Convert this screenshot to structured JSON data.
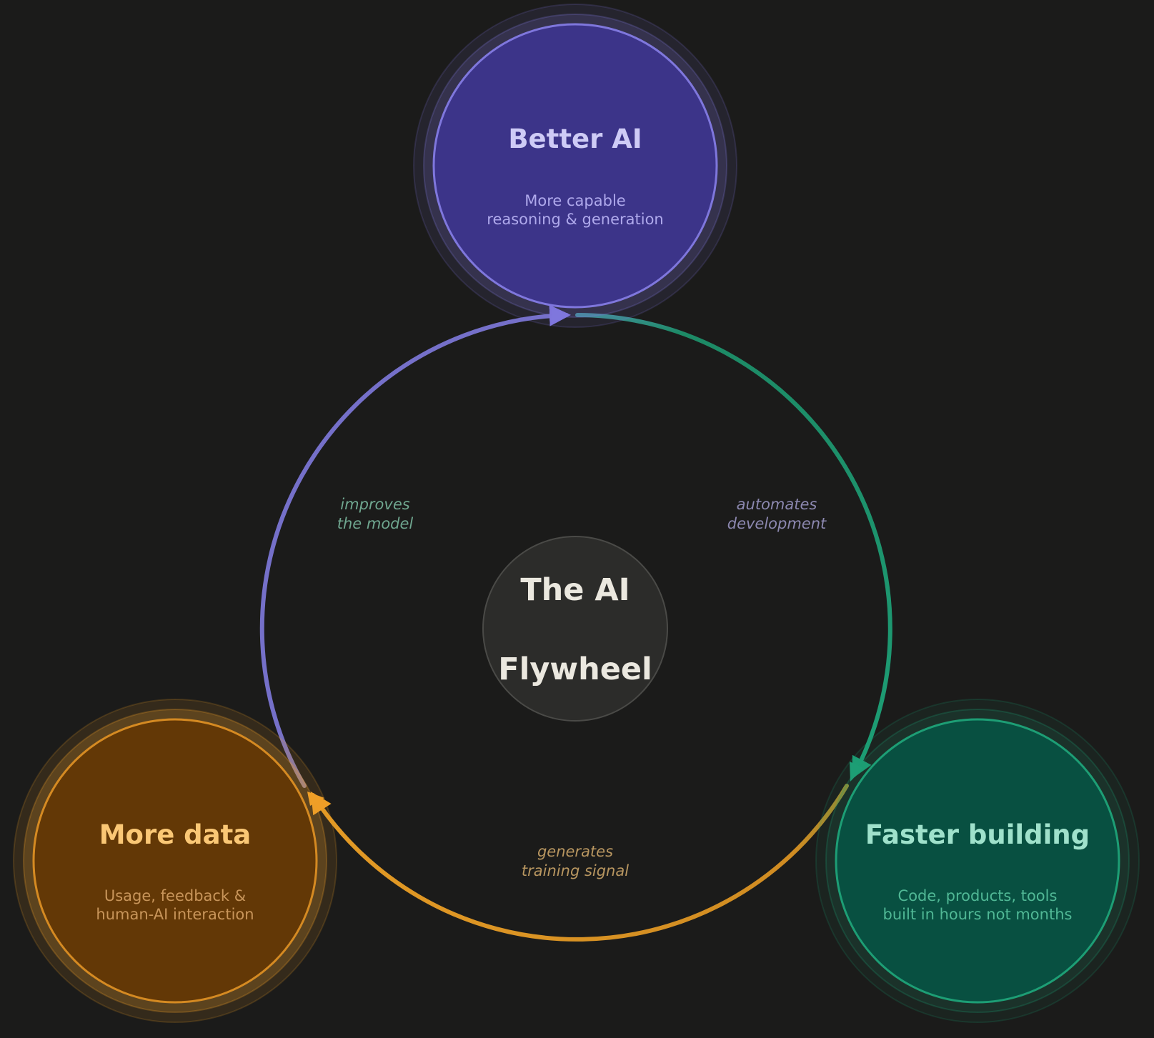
{
  "diagram": {
    "background": "#1b1b1a",
    "hub": {
      "line1": "The AI",
      "line2": "Flywheel",
      "fill": "#2c2c2a",
      "stroke": "#4a4a47"
    },
    "nodes": [
      {
        "id": "better-ai",
        "title": "Better AI",
        "subtitle_line1": "More capable",
        "subtitle_line2": "reasoning & generation",
        "fill": "#3c3489",
        "border": "#7f77dd",
        "title_color": "#cecbf6",
        "subtitle_color": "#afa9ec"
      },
      {
        "id": "faster-building",
        "title": "Faster building",
        "subtitle_line1": "Code, products, tools",
        "subtitle_line2": "built in hours not months",
        "fill": "#085041",
        "border": "#1d9e75",
        "title_color": "#9fe1cb",
        "subtitle_color": "#5dcaa5"
      },
      {
        "id": "more-data",
        "title": "More data",
        "subtitle_line1": "Usage, feedback &",
        "subtitle_line2": "human-AI interaction",
        "fill": "#633806",
        "border": "#ef9f27",
        "title_color": "#fac775",
        "subtitle_color": "#c8955a"
      }
    ],
    "edges": [
      {
        "from": "Better AI",
        "to": "Faster building",
        "label_line1": "automates",
        "label_line2": "development",
        "color": "#1d9e75",
        "label_color": "#8c88b0"
      },
      {
        "from": "Faster building",
        "to": "More data",
        "label_line1": "generates",
        "label_line2": "training signal",
        "color": "#d08c22",
        "label_color": "#b89660"
      },
      {
        "from": "More data",
        "to": "Better AI",
        "label_line1": "improves",
        "label_line2": "the model",
        "color": "#7570c9",
        "label_color": "#6fa68f"
      }
    ]
  }
}
